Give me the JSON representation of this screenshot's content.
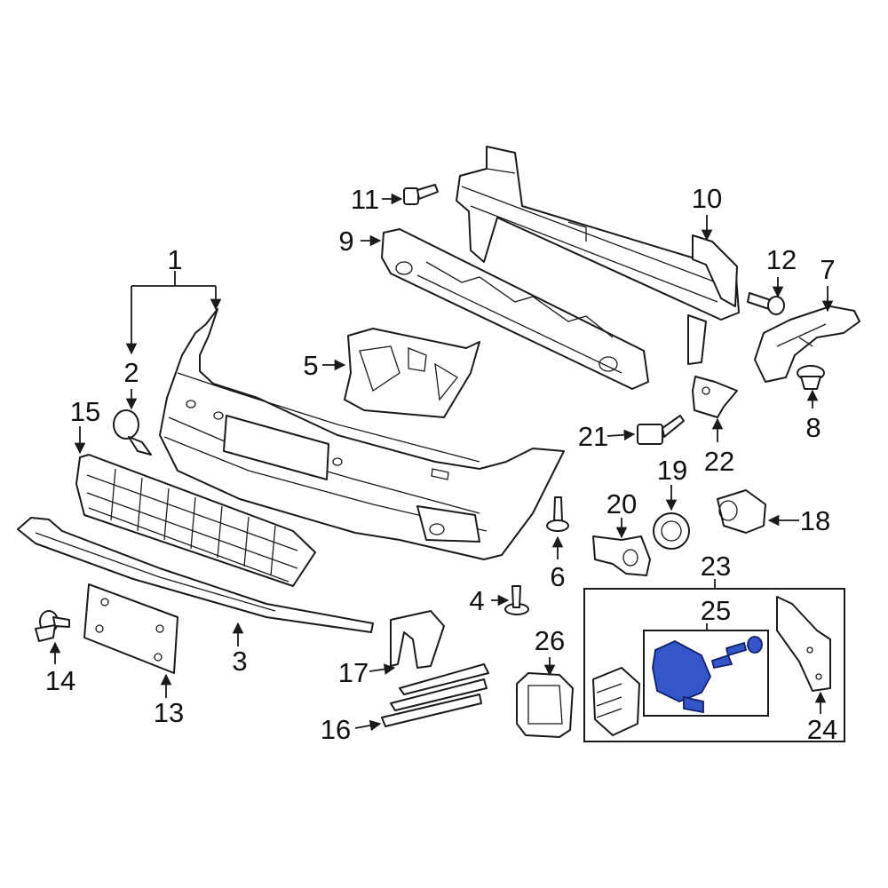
{
  "diagram": {
    "highlight_color": "#3556c8",
    "callouts": [
      {
        "id": "1",
        "text": "1"
      },
      {
        "id": "2",
        "text": "2"
      },
      {
        "id": "3",
        "text": "3"
      },
      {
        "id": "4",
        "text": "4"
      },
      {
        "id": "5",
        "text": "5"
      },
      {
        "id": "6",
        "text": "6"
      },
      {
        "id": "7",
        "text": "7"
      },
      {
        "id": "8",
        "text": "8"
      },
      {
        "id": "9",
        "text": "9"
      },
      {
        "id": "10",
        "text": "10"
      },
      {
        "id": "11",
        "text": "11"
      },
      {
        "id": "12",
        "text": "12"
      },
      {
        "id": "13",
        "text": "13"
      },
      {
        "id": "14",
        "text": "14"
      },
      {
        "id": "15",
        "text": "15"
      },
      {
        "id": "16",
        "text": "16"
      },
      {
        "id": "17",
        "text": "17"
      },
      {
        "id": "18",
        "text": "18"
      },
      {
        "id": "19",
        "text": "19"
      },
      {
        "id": "20",
        "text": "20"
      },
      {
        "id": "21",
        "text": "21"
      },
      {
        "id": "22",
        "text": "22"
      },
      {
        "id": "23",
        "text": "23"
      },
      {
        "id": "24",
        "text": "24"
      },
      {
        "id": "25",
        "text": "25"
      },
      {
        "id": "26",
        "text": "26"
      }
    ]
  }
}
